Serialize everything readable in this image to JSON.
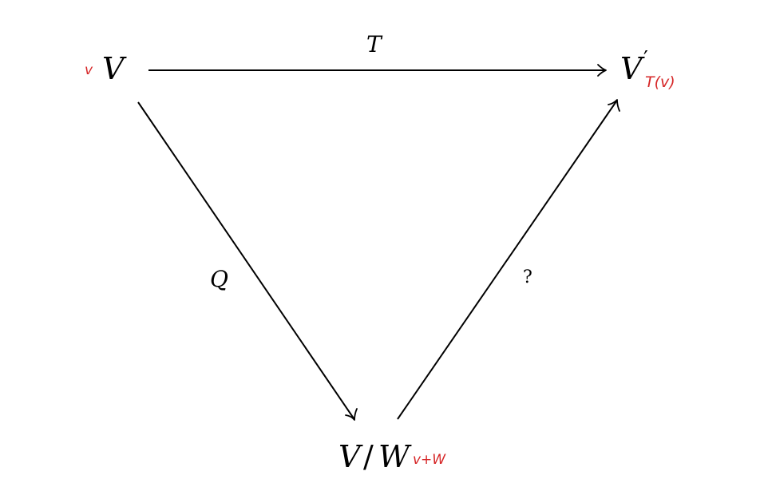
{
  "colors": {
    "ink": "#000000",
    "element_annotation": "#d62728"
  },
  "diagram": {
    "nodes": {
      "V": {
        "label": "V",
        "element": "v"
      },
      "V_prime": {
        "label": "V",
        "prime": "′",
        "element": "T(v)"
      },
      "quotient": {
        "label_left": "V",
        "slash": "/",
        "label_right": "W",
        "element": "v+W"
      }
    },
    "arrows": {
      "T": {
        "label": "T",
        "from": "V",
        "to": "V_prime"
      },
      "Q": {
        "label": "Q",
        "from": "V",
        "to": "quotient"
      },
      "unknown": {
        "label": "?",
        "from": "quotient",
        "to": "V_prime"
      }
    }
  }
}
